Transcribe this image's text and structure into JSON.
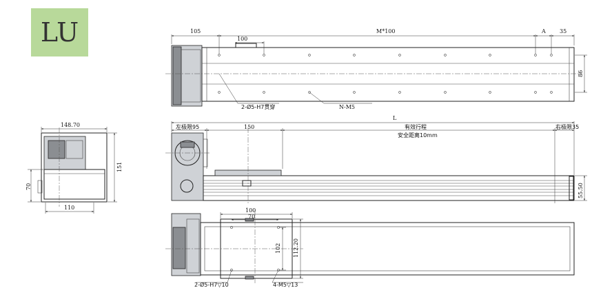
{
  "model_badge": "LU",
  "top_view": {
    "dims": {
      "motor_len": "105",
      "pitch_100": "100",
      "m_pitch": "M*100",
      "a": "A",
      "end_35": "35",
      "width_86": "86"
    },
    "callouts": {
      "pin_holes": "2-Ø5-H7贯穿",
      "n_holes": "N-M5"
    }
  },
  "front_view": {
    "dims": {
      "total": "L",
      "left_limit": "左极限95",
      "carriage_150": "150",
      "stroke": "有效行程",
      "safety": "安全距离10mm",
      "right_limit": "右极限35",
      "height_55_50": "55.50"
    }
  },
  "end_view": {
    "dims": {
      "width_148_70": "148.70",
      "height_151": "151",
      "height_70": "70",
      "base_110": "110"
    }
  },
  "bottom_view": {
    "dims": {
      "w_100": "100",
      "w_70": "70",
      "h_102": "102",
      "h_112_20": "112.20"
    },
    "callouts": {
      "pin_holes": "2-Ø5-H7▽10",
      "tapped_holes": "4-M5▽13"
    }
  }
}
